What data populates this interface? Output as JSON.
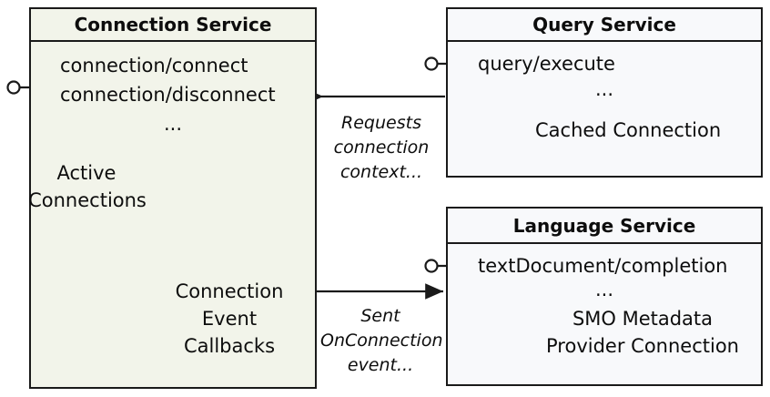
{
  "diagram": {
    "title_hidden": "",
    "components": [
      {
        "id": "connection-service",
        "name": "Connection Service",
        "fill": "#f2f4ea",
        "border": "#1a1a1a",
        "interfaces": [
          "connection/connect",
          "connection/disconnect",
          "..."
        ],
        "artifacts": [
          {
            "label_lines": [
              "Active",
              "Connections"
            ],
            "icon": "database-cluster-icon"
          },
          {
            "label_lines": [
              "Connection",
              "Event",
              "Callbacks"
            ],
            "icon": "table-grid-icon"
          }
        ]
      },
      {
        "id": "query-service",
        "name": "Query Service",
        "fill": "#f8f9fb",
        "border": "#1a1a1a",
        "interfaces": [
          "query/execute",
          "..."
        ],
        "artifacts": [
          {
            "label_lines": [
              "Cached Connection"
            ],
            "icon": "database-icon"
          }
        ]
      },
      {
        "id": "language-service",
        "name": "Language Service",
        "fill": "#f8f9fb",
        "border": "#1a1a1a",
        "interfaces": [
          "textDocument/completion",
          "..."
        ],
        "artifacts": [
          {
            "label_lines": [
              "SMO Metadata",
              "Provider Connection"
            ],
            "icon": "database-icon"
          }
        ]
      }
    ],
    "connectors": [
      {
        "id": "query-to-connection",
        "from": "query-service",
        "to": "connection-service",
        "label_lines": [
          "Requests",
          "connection",
          "context..."
        ],
        "style": "italic",
        "direction": "left"
      },
      {
        "id": "connection-to-language",
        "from": "connection-service",
        "to": "language-service",
        "label_lines": [
          "Sent",
          "OnConnection",
          "event..."
        ],
        "style": "italic",
        "direction": "right"
      }
    ],
    "lollipops": [
      {
        "id": "connection-service-provided-interface",
        "owner": "connection-service"
      },
      {
        "id": "query-service-provided-interface",
        "owner": "query-service"
      },
      {
        "id": "language-service-provided-interface",
        "owner": "language-service"
      }
    ]
  }
}
